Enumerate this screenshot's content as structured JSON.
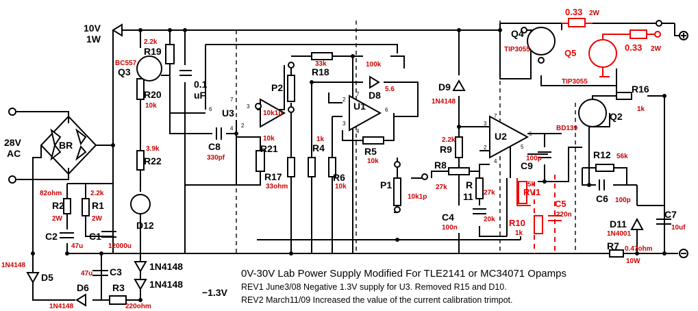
{
  "title": "0V-30V Lab Power Supply Modified For TLE2141 or MC34071 Opamps",
  "revisions": [
    "REV1 June3/08  Negative 1.3V supply for U3.  Removed R15 and D10.",
    "REV2 March11/09 Increased the value of the current calibration trimpot."
  ],
  "supply": {
    "ac_label_1": "28V",
    "ac_label_2": "AC",
    "bridge": "BR",
    "aux_1": "10V",
    "aux_2": "1W",
    "neg": "−1.3V"
  },
  "terminals": {
    "plus": "⊕",
    "minus": "⊖"
  },
  "components": {
    "R19": {
      "name": "R19",
      "value": "2.2k"
    },
    "R20": {
      "name": "R20",
      "value": "10k"
    },
    "Q3": {
      "name": "Q3",
      "value": "BC557"
    },
    "C_01": {
      "name1": "0.1",
      "name2": "uF"
    },
    "U3": {
      "name": "U3"
    },
    "C8": {
      "name": "C8",
      "value": "330pf"
    },
    "R21": {
      "name": "R21",
      "value": "10k"
    },
    "R22": {
      "name": "R22",
      "value": "3.9k"
    },
    "D12": {
      "name": "D12"
    },
    "P2": {
      "name": "P2",
      "value": "10k1p"
    },
    "R17": {
      "name": "R17",
      "value": "33ohm"
    },
    "R18": {
      "name": "R18",
      "value": "33k"
    },
    "P100k": {
      "value": "100k"
    },
    "U1": {
      "name": "U1"
    },
    "D8": {
      "name": "D8",
      "value": "5.6"
    },
    "R4": {
      "name": "R4",
      "value": "1k"
    },
    "R5": {
      "name": "R5",
      "value": "10k"
    },
    "R6": {
      "name": "R6",
      "value": "10k"
    },
    "P1": {
      "name": "P1",
      "value": "10k1p"
    },
    "R8": {
      "name": "R8",
      "value": "27k"
    },
    "D9": {
      "name": "D9",
      "value": "1N4148"
    },
    "R9": {
      "name": "R9",
      "value": "2.2k"
    },
    "C4": {
      "name": "C4",
      "value": "100n"
    },
    "R11": {
      "name1": "R",
      "name2": "11",
      "value": "27k",
      "trim": "20k"
    },
    "U2": {
      "name": "U2"
    },
    "C9": {
      "name": "C9",
      "value": "100p"
    },
    "RV1": {
      "name": "RV1",
      "value": "5k"
    },
    "R10": {
      "name": "R10",
      "value": "1k"
    },
    "C5": {
      "name": "C5",
      "value": "220n"
    },
    "Q4": {
      "name": "Q4",
      "value": "TIP3055"
    },
    "Q5": {
      "name": "Q5",
      "value": "TIP3055"
    },
    "Rs1": {
      "value": "0.33",
      "power": "2W"
    },
    "Rs2": {
      "value": "0.33",
      "power": "2W"
    },
    "R16": {
      "name": "R16",
      "value": "1k"
    },
    "Q2": {
      "name": "Q2",
      "value": "BD139"
    },
    "R12": {
      "name": "R12",
      "value": "56k"
    },
    "C6": {
      "name": "C6",
      "value": "100p"
    },
    "D11": {
      "name": "D11",
      "value": "1N4001"
    },
    "C7": {
      "name": "C7",
      "value": "10uf"
    },
    "R7": {
      "name": "R7",
      "value": "0.47ohm",
      "power": "10W"
    },
    "R2": {
      "name": "R2",
      "value": "82ohm",
      "power": "2W"
    },
    "R1": {
      "name": "R1",
      "value": "2.2k",
      "power": "2W"
    },
    "C2": {
      "name": "C2",
      "value": "47u"
    },
    "C1": {
      "name": "C1",
      "value": "12000u"
    },
    "C3": {
      "name": "C3",
      "value": "47u"
    },
    "D5": {
      "name": "D5",
      "value": "1N4148"
    },
    "D6": {
      "name": "D6",
      "value": "1N4148"
    },
    "R3": {
      "name": "R3",
      "value": "220ohm"
    },
    "D_a": {
      "value": "1N4148"
    },
    "D_b": {
      "value": "1N4148"
    }
  }
}
